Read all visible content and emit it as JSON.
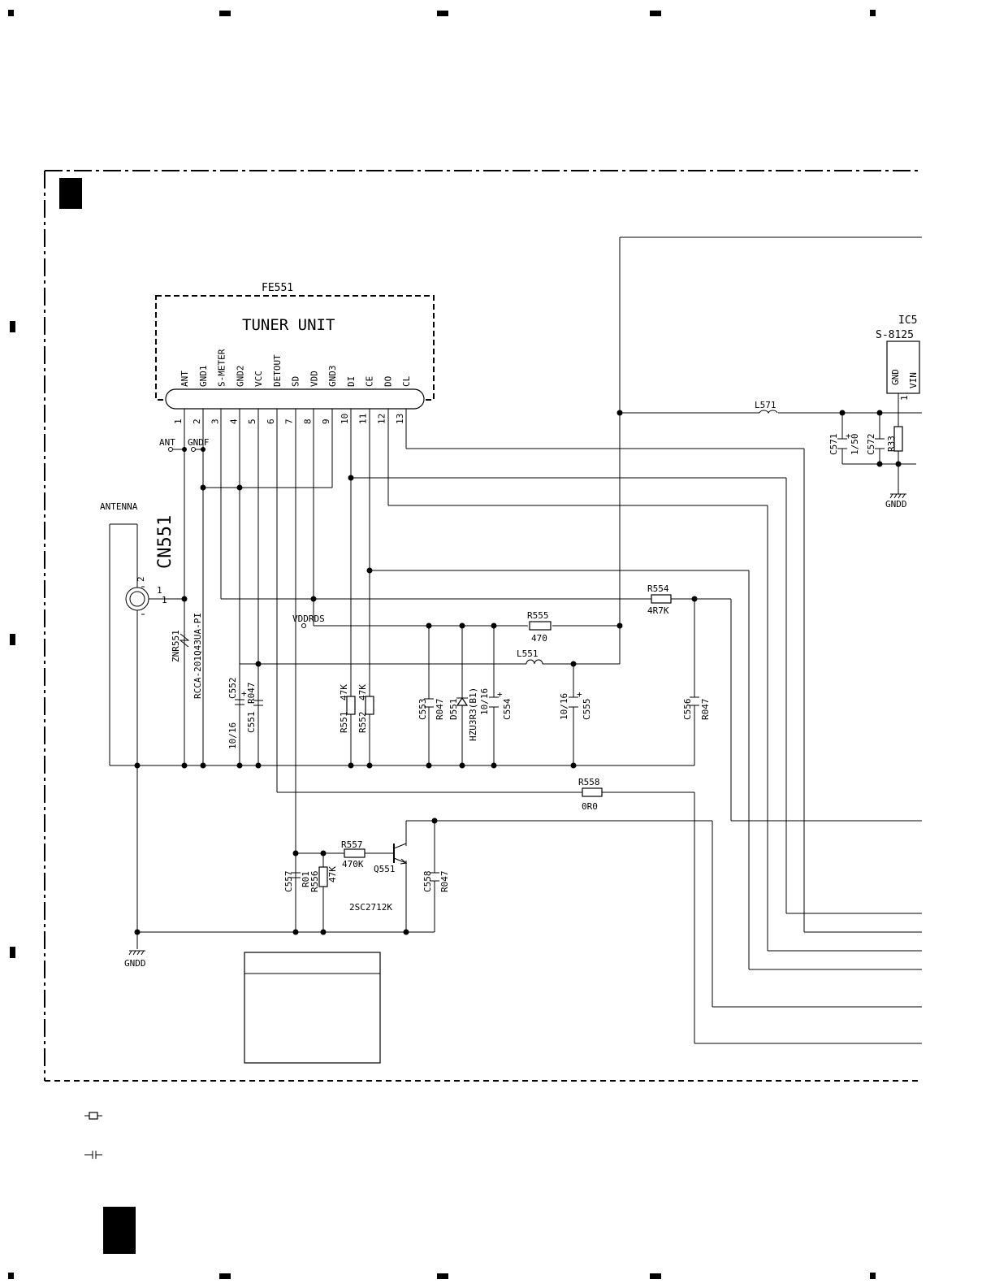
{
  "tuner": {
    "ref": "FE551",
    "title": "TUNER UNIT",
    "pins": [
      {
        "num": "1",
        "name": "ANT"
      },
      {
        "num": "2",
        "name": "GND1"
      },
      {
        "num": "3",
        "name": "S-METER"
      },
      {
        "num": "4",
        "name": "GND2"
      },
      {
        "num": "5",
        "name": "VCC"
      },
      {
        "num": "6",
        "name": "DETOUT"
      },
      {
        "num": "7",
        "name": "SD"
      },
      {
        "num": "8",
        "name": "VDD"
      },
      {
        "num": "9",
        "name": "GND3"
      },
      {
        "num": "10",
        "name": "DI"
      },
      {
        "num": "11",
        "name": "CE"
      },
      {
        "num": "12",
        "name": "DO"
      },
      {
        "num": "13",
        "name": "CL"
      }
    ]
  },
  "labels": {
    "ant_terminal": "ANT",
    "gndf_terminal": "GNDF",
    "antenna": "ANTENNA",
    "cn551": "CN551",
    "cn_pin2": "2",
    "cn_pin1a": "1",
    "cn_pin1b": "1",
    "znr551": "ZNR551",
    "znr551_part": "RCCA-201Q43UA-PI",
    "vddrds": "VDDRDS",
    "gndd_left": "GNDD",
    "gndd_right": "GNDD",
    "ic_ref": "IC5",
    "ic_part": "S-8125",
    "ic_pin_gnd": "GND",
    "ic_pin_vin": "VIN",
    "ic_pin1": "1"
  },
  "components": {
    "c552": "C552",
    "c552_val": "10/16",
    "c551": "C551",
    "c551_val": "R047",
    "r551": "R551",
    "r551_val": "47K",
    "r552": "R552",
    "r552_val": "47K",
    "c553": "C553",
    "c553_val": "R047",
    "d551": "D551",
    "d551_val": "HZU3R3(B1)",
    "c554": "C554",
    "c554_val": "10/16",
    "r555": "R555",
    "r555_val": "470",
    "l551": "L551",
    "c555": "C555",
    "c555_val": "10/16",
    "r554": "R554",
    "r554_val": "4R7K",
    "c556": "C556",
    "c556_val": "R047",
    "r558": "R558",
    "r558_val": "0R0",
    "c557": "C557",
    "c557_val": "R01",
    "r556": "R556",
    "r556_val": "47K",
    "r557": "R557",
    "r557_val": "470K",
    "q551": "Q551",
    "q551_val": "2SC2712K",
    "c558": "C558",
    "c558_val": "R047",
    "l571": "L571",
    "c571": "C571",
    "c571_val": "1/50",
    "c572": "C572",
    "r33": "R33"
  }
}
